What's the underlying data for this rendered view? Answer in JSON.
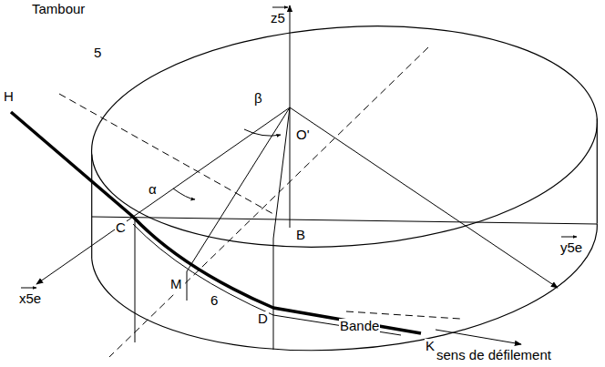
{
  "diagram": {
    "labels": [
      "Tambour",
      "5",
      "z5",
      "O'",
      "β",
      "α",
      "B",
      "C",
      "M",
      "6",
      "D",
      "Bande",
      "K",
      "H",
      "x5e",
      "y5e",
      "sens de défilement"
    ]
  }
}
